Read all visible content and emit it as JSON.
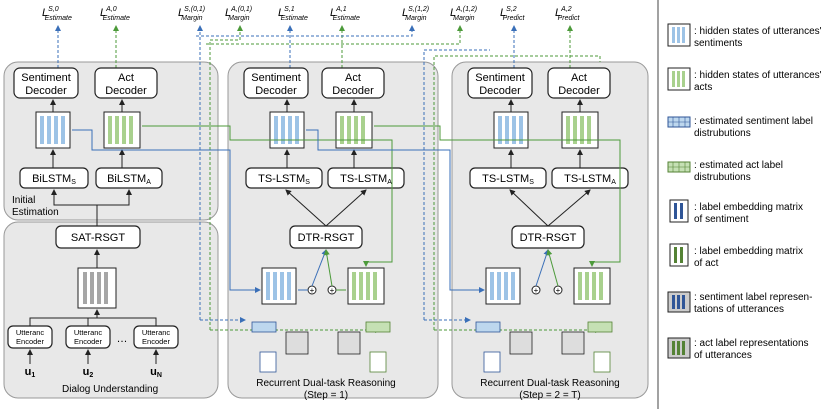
{
  "losses": {
    "s0": "L",
    "s0_sup": "S,0",
    "s0_sub": "Estimate",
    "a0": "L",
    "a0_sup": "A,0",
    "a0_sub": "Estimate",
    "sm01": "L",
    "sm01_sup": "S,(0,1)",
    "sm01_sub": "Margin",
    "am01": "L",
    "am01_sup": "A,(0,1)",
    "am01_sub": "Margin",
    "s1": "L",
    "s1_sup": "S,1",
    "s1_sub": "Estimate",
    "a1": "L",
    "a1_sup": "A,1",
    "a1_sub": "Estimate",
    "sm12": "L",
    "sm12_sup": "S,(1,2)",
    "sm12_sub": "Margin",
    "am12": "L",
    "am12_sup": "A,(1,2)",
    "am12_sub": "Margin",
    "s2": "L",
    "s2_sup": "S,2",
    "s2_sub": "Predict",
    "a2": "L",
    "a2_sup": "A,2",
    "a2_sub": "Predict"
  },
  "decoders": {
    "sentiment_l1": "Sentiment",
    "sentiment_l2": "Decoder",
    "act_l1": "Act",
    "act_l2": "Decoder"
  },
  "modules": {
    "bilstm": "BiLSTM",
    "bilstm_s_sub": "S",
    "bilstm_a_sub": "A",
    "tslstm": "TS-LSTM",
    "tslstm_s_sub": "S",
    "tslstm_a_sub": "A",
    "sat_rsgt": "SAT-RSGT",
    "dtr_rsgt": "DTR-RSGT",
    "utterance_encoder_l1": "Utteranc",
    "utterance_encoder_l2": "Encoder",
    "ellipsis": "…",
    "u1": "u",
    "u1_sub": "1",
    "u2": "u",
    "u2_sub": "2",
    "uN": "u",
    "uN_sub": "N"
  },
  "captions": {
    "initial_estimation_l1": "Initial",
    "initial_estimation_l2": "Estimation",
    "dialog_understanding": "Dialog Understanding",
    "reasoning1_l1": "Recurrent Dual-task Reasoning",
    "reasoning1_l2": "(Step = 1)",
    "reasoning2_l1": "Recurrent Dual-task Reasoning",
    "reasoning2_l2": "(Step = 2 = T)"
  },
  "legend": [
    {
      "icon": "sentiment-hidden-states-icon",
      "l1": ": hidden states of utterances'",
      "l2": "sentiments"
    },
    {
      "icon": "act-hidden-states-icon",
      "l1": ": hidden states of utterances'",
      "l2": "acts"
    },
    {
      "icon": "sentiment-label-distribution-icon",
      "l1": ": estimated sentiment label",
      "l2": "distrubutions"
    },
    {
      "icon": "act-label-distribution-icon",
      "l1": ": estimated act  label",
      "l2": "distrubutions"
    },
    {
      "icon": "sentiment-label-embedding-icon",
      "l1": ": label embedding matrix",
      "l2": "of sentiment"
    },
    {
      "icon": "act-label-embedding-icon",
      "l1": ": label embedding matrix",
      "l2": "of act"
    },
    {
      "icon": "sentiment-label-repr-icon",
      "l1": ": sentiment label represen-",
      "l2": "tations of utterances"
    },
    {
      "icon": "act-label-repr-icon",
      "l1": ": act label representations",
      "l2": "of utterances"
    }
  ],
  "colors": {
    "sentiment_blue": "#9dc3e6",
    "sentiment_dark": "#2f5597",
    "act_green": "#a9d18e",
    "act_dark": "#548235",
    "hidden_gray": "#a6a6a6",
    "panel_gray": "#e8e8e8"
  }
}
